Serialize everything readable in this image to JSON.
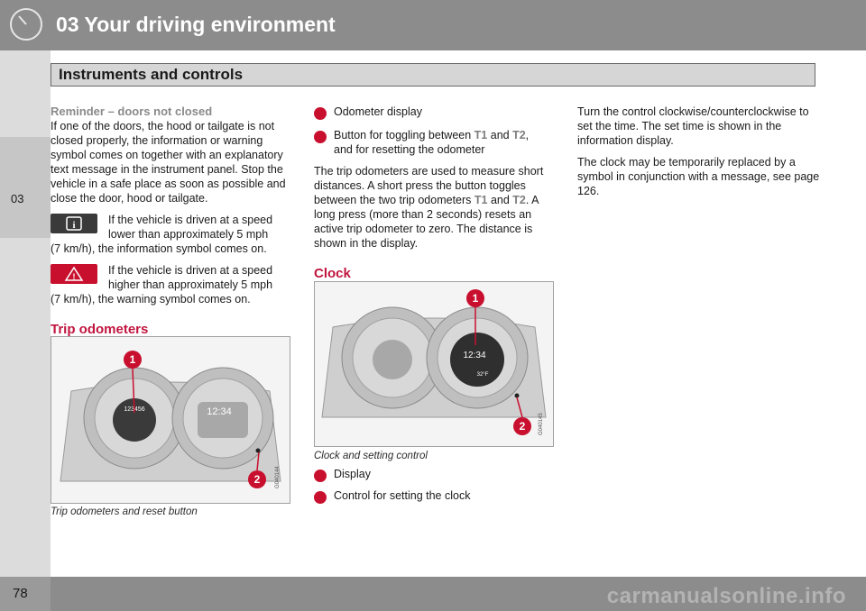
{
  "header": {
    "chapter_title": "03 Your driving environment",
    "section_title": "Instruments and controls"
  },
  "sidebar": {
    "chapter_number": "03"
  },
  "footer": {
    "page_number": "78",
    "watermark": "carmanualsonline.info"
  },
  "col1": {
    "reminder_heading": "Reminder – doors not closed",
    "reminder_body": "If one of the doors, the hood or tailgate is not closed properly, the information or warning symbol comes on together with an explanatory text message in the instrument panel. Stop the vehicle in a safe place as soon as possible and close the door, hood or tailgate.",
    "info_line1": "If the vehicle is driven at a speed",
    "info_line2": "lower than approximately 5 mph",
    "info_line3": "(7 km/h), the information symbol comes on.",
    "warn_line1": "If the vehicle is driven at a speed",
    "warn_line2": "higher than approximately 5 mph",
    "warn_line3": "(7 km/h), the warning symbol comes on.",
    "trip_heading": "Trip odometers",
    "figure_caption": "Trip odometers and reset button",
    "figure_code": "G040144",
    "figure_dial_display": "12:34",
    "figure_odometer_display": "123456"
  },
  "col2": {
    "item1_number": "1",
    "item1_text": "Odometer display",
    "item2_number": "2",
    "item2_pre": "Button for toggling between ",
    "item2_t1": "T1",
    "item2_mid": " and ",
    "item2_t2": "T2",
    "item2_post": ",",
    "item2_line2": "and for resetting the odometer",
    "para_pre": "The trip odometers are used to measure short distances. A short press the button toggles between the two trip odometers ",
    "para_t1": "T1",
    "para_mid": " and ",
    "para_t2": "T2",
    "para_post": ". A long press (more than 2 seconds) resets an active trip odometer to zero. The distance is shown in the display.",
    "clock_heading": "Clock",
    "figure_caption": "Clock and setting control",
    "figure_code": "G040145",
    "figure_dial_display": "12:34",
    "figure_temp_display": "32°F",
    "legend1_number": "1",
    "legend1_text": "Display",
    "legend2_number": "2",
    "legend2_text": "Control for setting the clock"
  },
  "col3": {
    "para1": "Turn the control clockwise/counterclockwise to set the time. The set time is shown in the information display.",
    "para2": "The clock may be temporarily replaced by a symbol in conjunction with a message, see page 126."
  },
  "colors": {
    "accent_red": "#c8102e",
    "heading_red": "#c0153f",
    "bar_gray": "#8c8c8c",
    "subhead_gray": "#8a8a8a"
  }
}
